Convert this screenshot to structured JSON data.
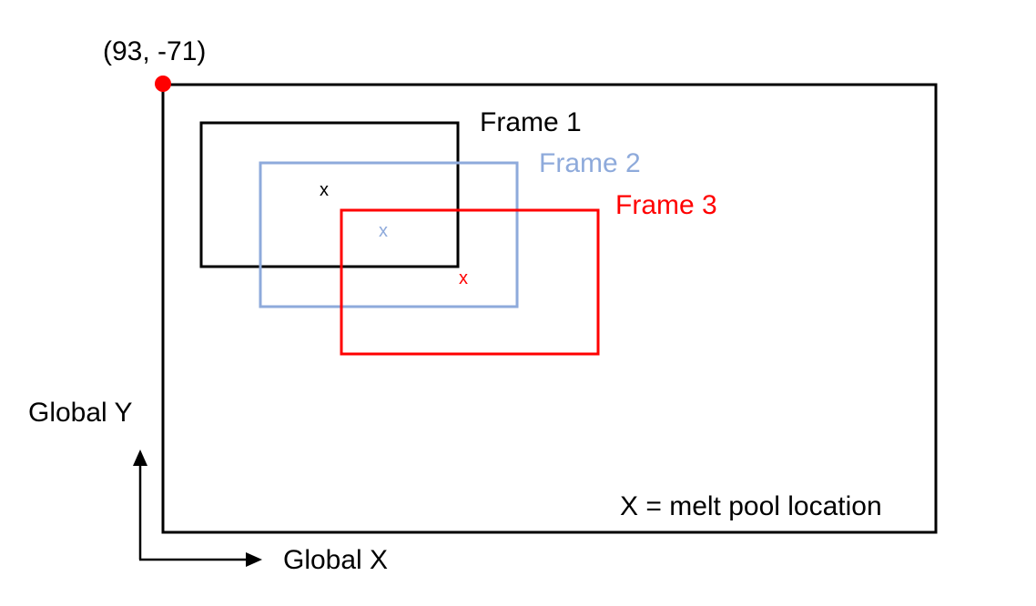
{
  "origin": {
    "coordinate_label": "(93, -71)",
    "marker_color": "#ff0000"
  },
  "frames": [
    {
      "label": "Frame 1",
      "color": "#000000",
      "marker": "x"
    },
    {
      "label": "Frame 2",
      "color": "#8eaadb",
      "marker": "x"
    },
    {
      "label": "Frame 3",
      "color": "#ff0000",
      "marker": "x"
    }
  ],
  "legend": {
    "text": "X = melt pool location"
  },
  "axes": {
    "x_label": "Global X",
    "y_label": "Global Y"
  }
}
